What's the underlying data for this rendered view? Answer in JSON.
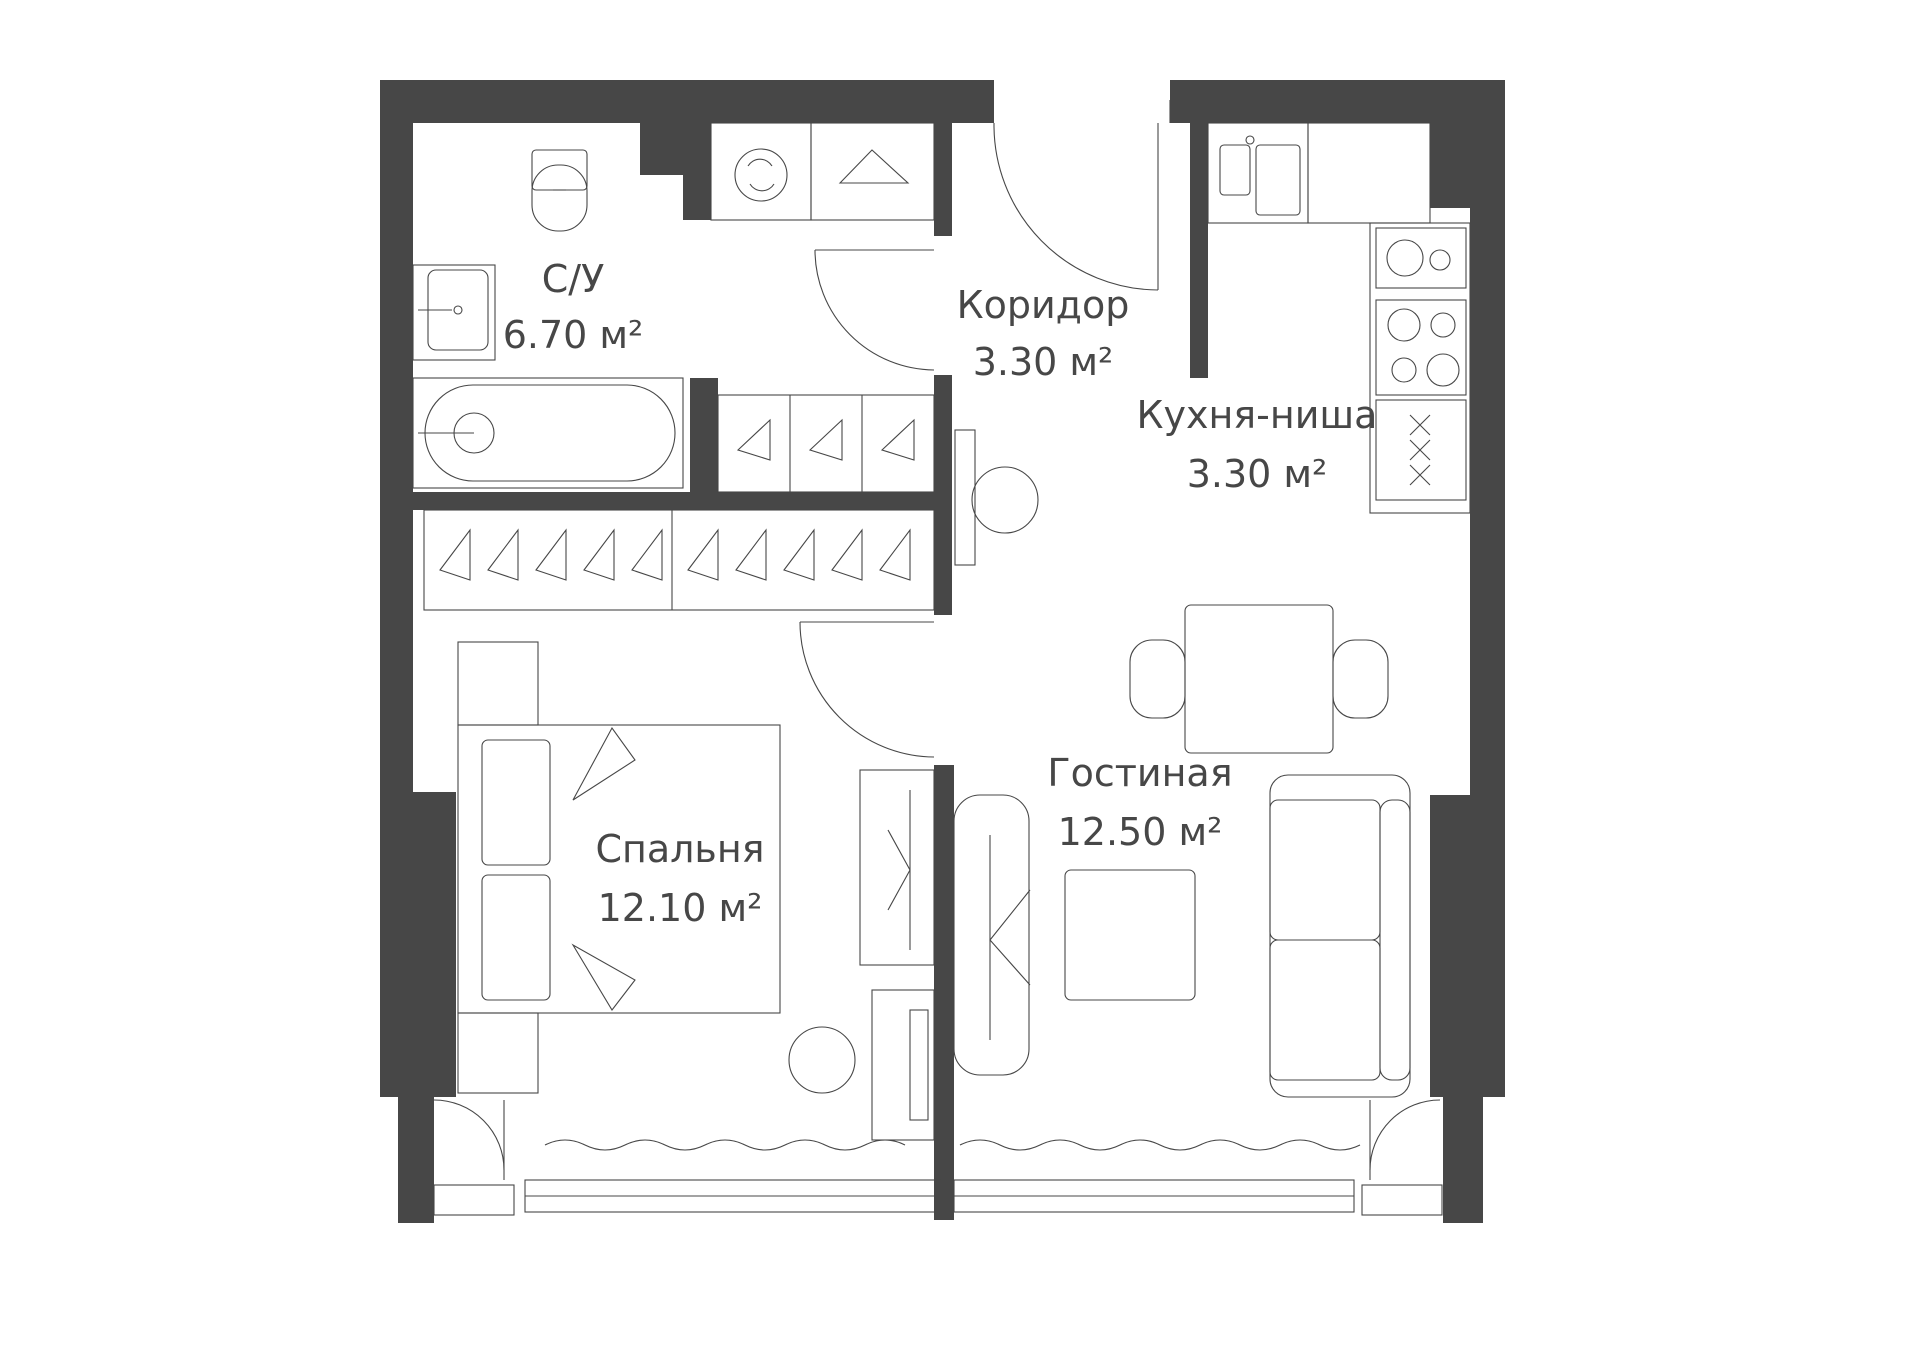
{
  "rooms": {
    "bathroom": {
      "name": "С/У",
      "area": "6.70 м²"
    },
    "corridor": {
      "name": "Коридор",
      "area": "3.30 м²"
    },
    "kitchen": {
      "name": "Кухня-ниша",
      "area": "3.30 м²"
    },
    "living": {
      "name": "Гостиная",
      "area": "12.50 м²"
    },
    "bedroom": {
      "name": "Спальня",
      "area": "12.10 м²"
    }
  },
  "colors": {
    "wall": "#474747",
    "background": "#ffffff"
  },
  "icons": [
    "toilet-icon",
    "sink-icon",
    "bathtub-icon",
    "washing-machine-icon",
    "hanger-icon",
    "stove-icon",
    "dishwasher-icon",
    "kitchen-sink-icon",
    "bed-icon",
    "sofa-icon",
    "dining-table-icon",
    "chair-icon",
    "coffee-table-icon",
    "round-table-icon",
    "tv-icon",
    "door-swing-icon",
    "window-icon",
    "curtain-icon",
    "wardrobe-icon"
  ]
}
